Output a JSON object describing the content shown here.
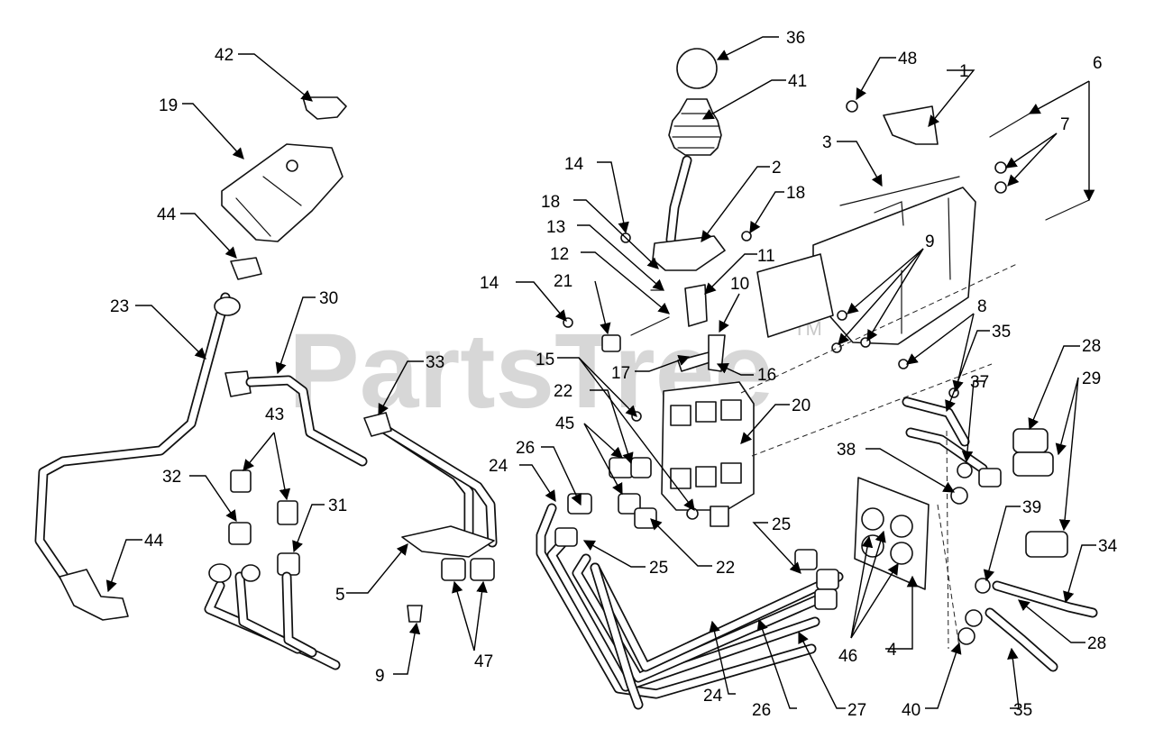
{
  "watermark": {
    "text": "PartsTree",
    "trademark": "TM"
  },
  "callouts": {
    "c1": "1",
    "c2": "2",
    "c3": "3",
    "c4": "4",
    "c5": "5",
    "c6": "6",
    "c7": "7",
    "c8": "8",
    "c9a": "9",
    "c9b": "9",
    "c10": "10",
    "c11": "11",
    "c12": "12",
    "c13": "13",
    "c14a": "14",
    "c14b": "14",
    "c15": "15",
    "c16": "16",
    "c17": "17",
    "c18a": "18",
    "c18b": "18",
    "c19": "19",
    "c20": "20",
    "c21": "21",
    "c22a": "22",
    "c22b": "22",
    "c23": "23",
    "c24a": "24",
    "c24b": "24",
    "c25a": "25",
    "c25b": "25",
    "c26a": "26",
    "c26b": "26",
    "c27": "27",
    "c28a": "28",
    "c28b": "28",
    "c29": "29",
    "c30": "30",
    "c31": "31",
    "c32": "32",
    "c33": "33",
    "c34": "34",
    "c35a": "35",
    "c35b": "35",
    "c36": "36",
    "c37": "37",
    "c38": "38",
    "c39": "39",
    "c40": "40",
    "c41": "41",
    "c42": "42",
    "c43": "43",
    "c44a": "44",
    "c44b": "44",
    "c45": "45",
    "c46": "46",
    "c47": "47",
    "c48": "48"
  }
}
